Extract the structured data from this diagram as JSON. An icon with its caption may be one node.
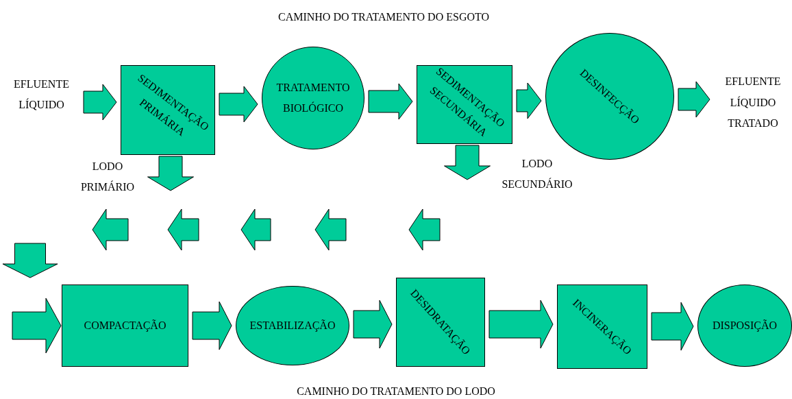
{
  "diagram": {
    "title": "CAMINHO DO TRATAMENTO DO ESGOTO",
    "caption": "CAMINHO DO TRATAMENTO DO LODO",
    "nodes": [
      {
        "text": [
          "EFLUENTE LÍQUIDO"
        ]
      },
      {
        "text": [
          "SEDIMENTAÇÃO PRIMÁRIA"
        ]
      },
      {
        "text": [
          "TRATAMENTO BIOLÓGICO"
        ]
      },
      {
        "text": [
          "SEDIMENTAÇÃO SECUNDÁRIA"
        ]
      },
      {
        "text": [
          "DESINFECÇÃO"
        ]
      },
      {
        "text": [
          "EFLUENTE LÍQUIDO TRATADO"
        ]
      },
      {
        "text": [
          "COMPACTAÇÃO"
        ]
      },
      {
        "text": [
          "ESTABILIZAÇÃO"
        ]
      },
      {
        "text": [
          "DESIDRATAÇÃO"
        ]
      },
      {
        "text": [
          "INCINERAÇÃO"
        ]
      },
      {
        "text": [
          "DISPOSIÇÃO"
        ]
      }
    ],
    "edges": [
      {
        "from": 0,
        "to": 1,
        "arrow": "to"
      },
      {
        "from": 1,
        "to": 2,
        "arrow": "to"
      },
      {
        "from": 2,
        "to": 3,
        "arrow": "to"
      },
      {
        "from": 3,
        "to": 4,
        "arrow": "to"
      },
      {
        "from": 4,
        "to": 5,
        "arrow": "to"
      },
      {
        "from": 6,
        "to": 7,
        "arrow": "to"
      },
      {
        "from": 7,
        "to": 8,
        "arrow": "to"
      },
      {
        "from": 8,
        "to": 9,
        "arrow": "to"
      },
      {
        "from": 9,
        "to": 10,
        "arrow": "to"
      },
      {
        "from": 1,
        "to": null,
        "arrow": "to",
        "label": "LODO PRIMÁRIO"
      },
      {
        "from": 3,
        "to": null,
        "arrow": "to",
        "label": "LODO SECUNDÁRIO"
      },
      {
        "from": null,
        "to": 6,
        "arrow": "to"
      }
    ]
  }
}
